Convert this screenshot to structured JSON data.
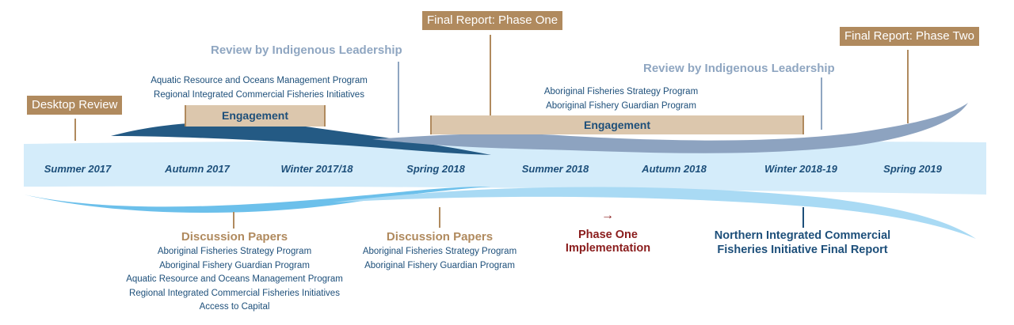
{
  "colors": {
    "tan": "#b08a5e",
    "tan_light": "#dcc7ad",
    "navy": "#1d4f7a",
    "slate": "#8fa6c1",
    "red": "#8a1c1c",
    "river": "#d4ecfa"
  },
  "boxes": {
    "desktop_review": "Desktop Review",
    "final_report_phase_one": "Final Report: Phase One",
    "final_report_phase_two": "Final Report: Phase Two"
  },
  "reviews": {
    "first": "Review by Indigenous Leadership",
    "second": "Review by Indigenous Leadership"
  },
  "engagement": {
    "first": {
      "label": "Engagement",
      "programs": [
        "Aquatic Resource and Oceans Management Program",
        "Regional Integrated Commercial Fisheries Initiatives"
      ]
    },
    "second": {
      "label": "Engagement",
      "programs": [
        "Aboriginal Fisheries Strategy Program",
        "Aboriginal Fishery Guardian Program"
      ]
    }
  },
  "seasons": [
    "Summer 2017",
    "Autumn 2017",
    "Winter 2017/18",
    "Spring 2018",
    "Summer 2018",
    "Autumn 2018",
    "Winter 2018-19",
    "Spring 2019"
  ],
  "discussion_papers": {
    "first": {
      "title": "Discussion Papers",
      "items": [
        "Aboriginal Fisheries Strategy Program",
        "Aboriginal Fishery Guardian Program",
        "Aquatic Resource and Oceans Management Program",
        "Regional Integrated Commercial Fisheries Initiatives",
        "Access to Capital"
      ]
    },
    "second": {
      "title": "Discussion Papers",
      "items": [
        "Aboriginal Fisheries Strategy Program",
        "Aboriginal Fishery Guardian Program"
      ]
    }
  },
  "phase_one": {
    "arrow": "→",
    "line1": "Phase One",
    "line2": "Implementation"
  },
  "final_report_north": {
    "line1": "Northern Integrated Commercial",
    "line2": "Fisheries Initiative Final Report"
  }
}
